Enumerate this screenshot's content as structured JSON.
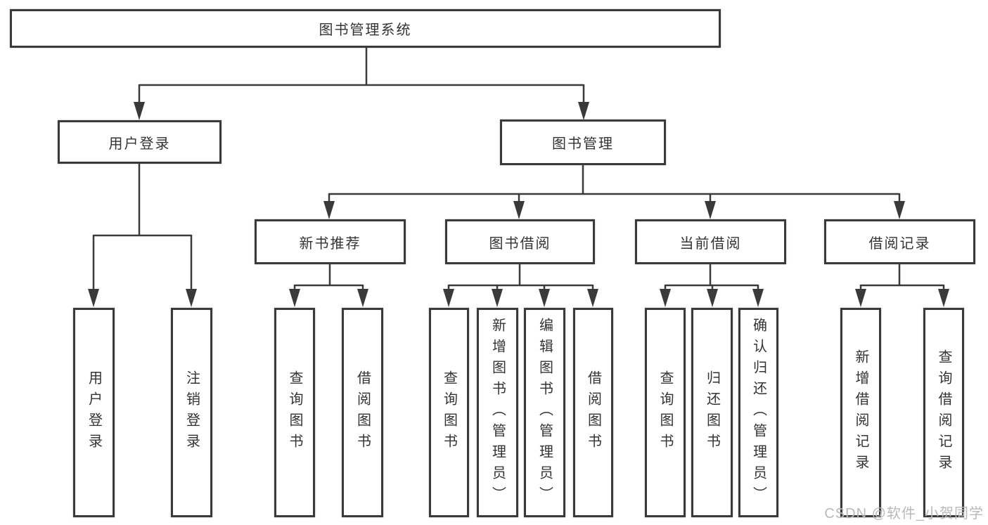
{
  "diagram": {
    "title": "图书管理系统",
    "nodes": {
      "root": {
        "label": "图书管理系统"
      },
      "level2": [
        {
          "label": "用户登录"
        },
        {
          "label": "图书管理"
        }
      ],
      "level3": [
        {
          "label": "新书推荐",
          "parent": "图书管理"
        },
        {
          "label": "图书借阅",
          "parent": "图书管理"
        },
        {
          "label": "当前借阅",
          "parent": "图书管理"
        },
        {
          "label": "借阅记录",
          "parent": "图书管理"
        }
      ],
      "level4": [
        {
          "label": "用户登录",
          "parent": "用户登录"
        },
        {
          "label": "注销登录",
          "parent": "用户登录"
        },
        {
          "label": "查询图书",
          "parent": "新书推荐"
        },
        {
          "label": "借阅图书",
          "parent": "新书推荐"
        },
        {
          "label": "查询图书",
          "parent": "图书借阅"
        },
        {
          "label": "新增图书（管理员）",
          "parent": "图书借阅"
        },
        {
          "label": "编辑图书（管理员）",
          "parent": "图书借阅"
        },
        {
          "label": "借阅图书",
          "parent": "图书借阅"
        },
        {
          "label": "查询图书",
          "parent": "当前借阅"
        },
        {
          "label": "归还图书",
          "parent": "当前借阅"
        },
        {
          "label": "确认归还（管理员）",
          "parent": "当前借阅"
        },
        {
          "label": "新增借阅记录",
          "parent": "借阅记录"
        },
        {
          "label": "查询借阅记录",
          "parent": "借阅记录"
        }
      ]
    },
    "colors": {
      "line": "#3a3a3a",
      "text": "#333333",
      "background": "#ffffff",
      "watermark": "#b9b9b9"
    }
  },
  "watermark": {
    "text": "CSDN @软件_小贺同学"
  }
}
